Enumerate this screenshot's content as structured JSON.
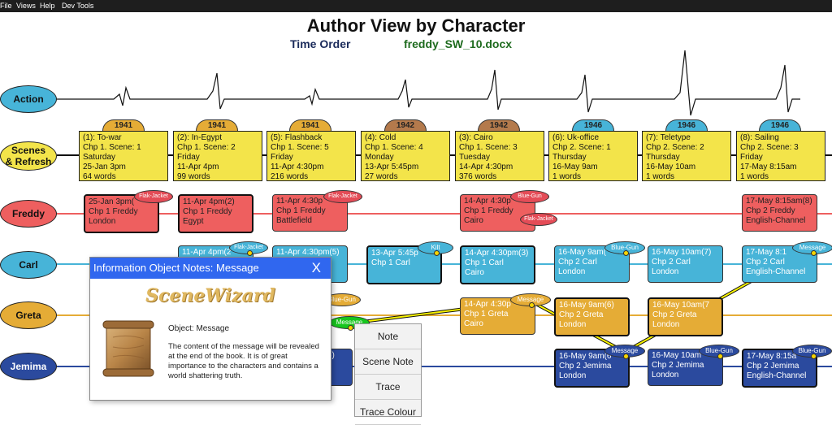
{
  "menu": [
    "File",
    "Views",
    "Help",
    "Dev Tools"
  ],
  "header": {
    "title": "Author View by Character",
    "order_label": "Time Order",
    "file_name": "freddy_SW_10.docx"
  },
  "lanes": {
    "action": "Action",
    "scenes_line1": "Scenes",
    "scenes_line2": "& Refresh",
    "freddy": "Freddy",
    "carl": "Carl",
    "greta": "Greta",
    "jemima": "Jemima"
  },
  "scenes": [
    {
      "year": "1941",
      "title": "(1): To-war",
      "chapter": "Chp 1. Scene: 1",
      "day": "Saturday",
      "date": "25-Jan 3pm",
      "words": "64 words"
    },
    {
      "year": "1941",
      "title": "(2): In-Egypt",
      "chapter": "Chp 1. Scene: 2",
      "day": "Friday",
      "date": "11-Apr 4pm",
      "words": "99 words"
    },
    {
      "year": "1941",
      "title": "(5): Flashback",
      "chapter": "Chp 1. Scene: 5",
      "day": "Friday",
      "date": "11-Apr 4:30pm",
      "words": "216 words"
    },
    {
      "year": "1942",
      "title": "(4): Cold",
      "chapter": "Chp 1. Scene: 4",
      "day": "Monday",
      "date": "13-Apr 5:45pm",
      "words": "27 words"
    },
    {
      "year": "1942",
      "title": "(3): Cairo",
      "chapter": "Chp 1. Scene: 3",
      "day": "Tuesday",
      "date": "14-Apr 4:30pm",
      "words": "376 words"
    },
    {
      "year": "1946",
      "title": "(6): Uk-office",
      "chapter": "Chp 2. Scene: 1",
      "day": "Thursday",
      "date": "16-May 9am",
      "words": "1 words"
    },
    {
      "year": "1946",
      "title": "(7): Teletype",
      "chapter": "Chp 2. Scene: 2",
      "day": "Thursday",
      "date": "16-May 10am",
      "words": "1 words"
    },
    {
      "year": "1946",
      "title": "(8): Sailing",
      "chapter": "Chp 2. Scene: 3",
      "day": "Friday",
      "date": "17-May 8:15am",
      "words": "1 words"
    }
  ],
  "freddy_cells": [
    {
      "l1": "25-Jan 3pm(",
      "l2": "Chp 1 Freddy",
      "l3": "London"
    },
    {
      "l1": "11-Apr 4pm(2)",
      "l2": "Chp 1 Freddy",
      "l3": "Egypt"
    },
    {
      "l1": "11-Apr 4:30p",
      "l2": "Chp 1 Freddy",
      "l3": "Battlefield"
    },
    {
      "l1": "14-Apr 4:30p",
      "l2": "Chp 1 Freddy",
      "l3": "Cairo"
    },
    {
      "l1": "17-May 8:15am(8)",
      "l2": "Chp 2 Freddy",
      "l3": "English-Channel"
    }
  ],
  "carl_cells": [
    {
      "l1": "11-Apr 4pm(2",
      "l2": "",
      "l3": ""
    },
    {
      "l1": "11-Apr 4:30pm(5)",
      "l2": "",
      "l3": ""
    },
    {
      "l1": "13-Apr 5:45p",
      "l2": "Chp 1 Carl",
      "l3": ""
    },
    {
      "l1": "14-Apr 4:30pm(3)",
      "l2": "Chp 1 Carl",
      "l3": "Cairo"
    },
    {
      "l1": "16-May 9am(",
      "l2": "Chp 2 Carl",
      "l3": "London"
    },
    {
      "l1": "16-May 10am(7)",
      "l2": "Chp 2 Carl",
      "l3": "London"
    },
    {
      "l1": "17-May 8:1",
      "l2": "Chp 2 Carl",
      "l3": "English-Channel"
    }
  ],
  "greta_cells": [
    {
      "l1": "14-Apr 4:30p",
      "l2": "Chp 1 Greta",
      "l3": "Cairo"
    },
    {
      "l1": "16-May 9am(6)",
      "l2": "Chp 2 Greta",
      "l3": "London"
    },
    {
      "l1": "16-May 10am(7",
      "l2": "Chp 2 Greta",
      "l3": "London"
    }
  ],
  "jemima_cells": [
    {
      "l1": "5)",
      "l2": "",
      "l3": ""
    },
    {
      "l1": "16-May 9am(6",
      "l2": "Chp 2 Jemima",
      "l3": "London"
    },
    {
      "l1": "16-May 10am",
      "l2": "Chp 2 Jemima",
      "l3": "London"
    },
    {
      "l1": "17-May 8:15a",
      "l2": "Chp 2 Jemima",
      "l3": "English-Channel"
    }
  ],
  "badges": {
    "flak_jacket": "Flak-Jacket",
    "blue_gun": "Blue-Gun",
    "kilt": "Kilt",
    "message": "Message"
  },
  "info_panel": {
    "title": "Information Object Notes: Message",
    "close": "X",
    "logo": "SceneWizard",
    "object_label": "Object: Message",
    "description": "The content of the message will be revealed at the end of the book. It is of great importance to the characters and contains a world shattering truth."
  },
  "context_menu": [
    "Note",
    "Scene Note",
    "Trace",
    "Trace Colour"
  ],
  "colors": {
    "freddy": "#ee5f5f",
    "carl": "#47b4d8",
    "greta": "#e5ac36",
    "jemima": "#2b4a9e",
    "scene": "#f3e44a",
    "trace": "#f7f200",
    "year_1941": "#e5ac36",
    "year_1942": "#b47a4c",
    "year_1946": "#47b4d8"
  }
}
